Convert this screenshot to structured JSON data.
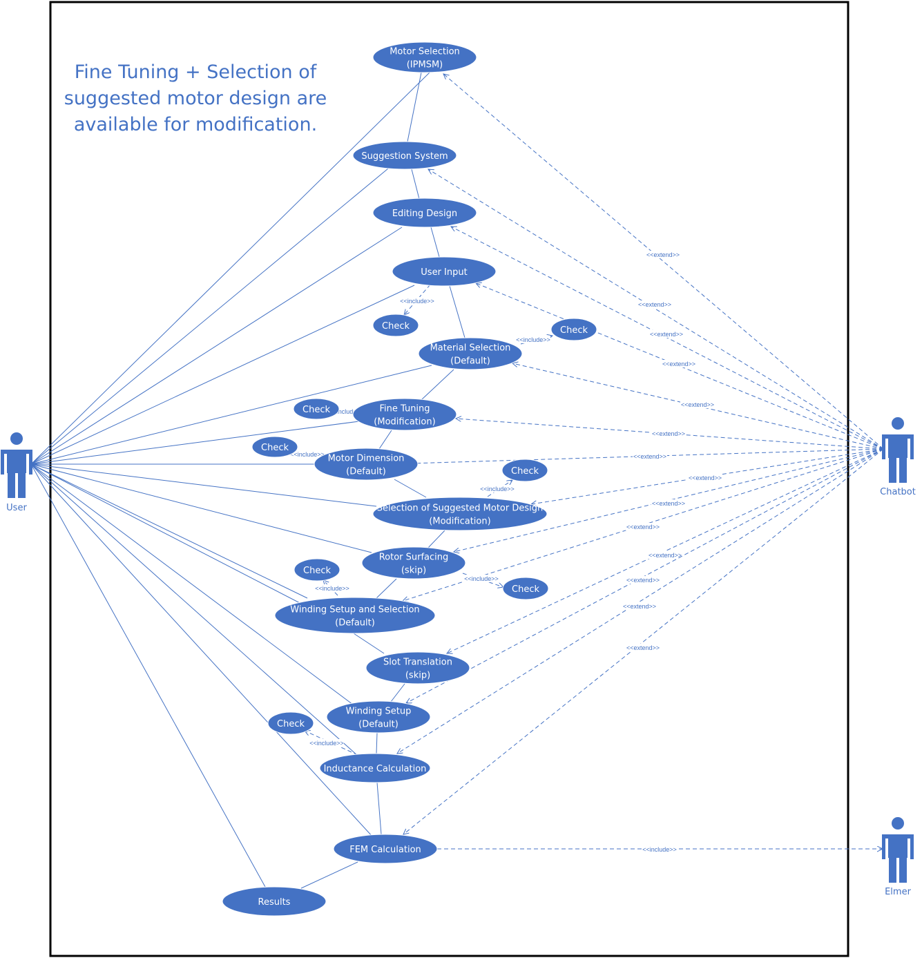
{
  "note": {
    "lines": [
      "Fine Tuning + Selection of",
      "suggested motor design are",
      "available for modification."
    ]
  },
  "colors": {
    "shape_fill": "#4472c4",
    "line": "#4472c4",
    "text_on_shape": "#ffffff",
    "border": "#000000"
  },
  "actors": [
    {
      "id": "user",
      "label": "User"
    },
    {
      "id": "chatbot",
      "label": "Chatbot"
    },
    {
      "id": "elmer",
      "label": "Elmer"
    }
  ],
  "use_cases": [
    {
      "id": "motor-selection",
      "lines": [
        "Motor Selection",
        "(IPMSM)"
      ]
    },
    {
      "id": "suggestion-system",
      "lines": [
        "Suggestion System"
      ]
    },
    {
      "id": "editing-design",
      "lines": [
        "Editing Design"
      ]
    },
    {
      "id": "user-input",
      "lines": [
        "User Input"
      ]
    },
    {
      "id": "check-user-input",
      "lines": [
        "Check"
      ]
    },
    {
      "id": "check-material",
      "lines": [
        "Check"
      ]
    },
    {
      "id": "material-selection",
      "lines": [
        "Material Selection",
        "(Default)"
      ]
    },
    {
      "id": "check-fine-tuning",
      "lines": [
        "Check"
      ]
    },
    {
      "id": "fine-tuning",
      "lines": [
        "Fine Tuning",
        "(Modification)"
      ]
    },
    {
      "id": "check-motor-dimension",
      "lines": [
        "Check"
      ]
    },
    {
      "id": "motor-dimension",
      "lines": [
        "Motor Dimension",
        "(Default)"
      ]
    },
    {
      "id": "check-suggested",
      "lines": [
        "Check"
      ]
    },
    {
      "id": "selection-suggested",
      "lines": [
        "Selection of Suggested Motor Design",
        "(Modification)"
      ]
    },
    {
      "id": "rotor-surfacing",
      "lines": [
        "Rotor Surfacing",
        "(skip)"
      ]
    },
    {
      "id": "check-winding-selection",
      "lines": [
        "Check"
      ]
    },
    {
      "id": "check-rotor",
      "lines": [
        "Check"
      ]
    },
    {
      "id": "winding-setup-selection",
      "lines": [
        "Winding Setup and Selection",
        "(Default)"
      ]
    },
    {
      "id": "slot-translation",
      "lines": [
        "Slot Translation",
        "(skip)"
      ]
    },
    {
      "id": "winding-setup",
      "lines": [
        "Winding Setup",
        "(Default)"
      ]
    },
    {
      "id": "check-inductance",
      "lines": [
        "Check"
      ]
    },
    {
      "id": "inductance-calculation",
      "lines": [
        "Inductance Calculation"
      ]
    },
    {
      "id": "fem-calculation",
      "lines": [
        "FEM Calculation"
      ]
    },
    {
      "id": "results",
      "lines": [
        "Results"
      ]
    }
  ],
  "relations": [
    {
      "from": "chatbot",
      "to": "motor-selection",
      "type": "extend",
      "label": "<<extend>>"
    },
    {
      "from": "chatbot",
      "to": "suggestion-system",
      "type": "extend",
      "label": "<<extend>>"
    },
    {
      "from": "chatbot",
      "to": "editing-design",
      "type": "extend",
      "label": "<<extend>>"
    },
    {
      "from": "chatbot",
      "to": "user-input",
      "type": "extend",
      "label": "<<extend>>"
    },
    {
      "from": "chatbot",
      "to": "material-selection",
      "type": "extend",
      "label": "<<extend>>"
    },
    {
      "from": "chatbot",
      "to": "fine-tuning",
      "type": "extend",
      "label": "<<extend>>"
    },
    {
      "from": "chatbot",
      "to": "motor-dimension",
      "type": "extend",
      "label": "<<extend>>"
    },
    {
      "from": "chatbot",
      "to": "selection-suggested",
      "type": "extend",
      "label": "<<extend>>"
    },
    {
      "from": "chatbot",
      "to": "rotor-surfacing",
      "type": "extend",
      "label": "<<extend>>"
    },
    {
      "from": "chatbot",
      "to": "winding-setup-selection",
      "type": "extend",
      "label": "<<extend>>"
    },
    {
      "from": "chatbot",
      "to": "slot-translation",
      "type": "extend",
      "label": "<<extend>>"
    },
    {
      "from": "chatbot",
      "to": "winding-setup",
      "type": "extend",
      "label": "<<extend>>"
    },
    {
      "from": "chatbot",
      "to": "inductance-calculation",
      "type": "extend",
      "label": "<<extend>>"
    },
    {
      "from": "chatbot",
      "to": "fem-calculation",
      "type": "extend",
      "label": "<<extend>>"
    },
    {
      "from": "user-input",
      "to": "check-user-input",
      "type": "include",
      "label": "<<include>>"
    },
    {
      "from": "material-selection",
      "to": "check-material",
      "type": "include",
      "label": "<<include>>"
    },
    {
      "from": "fine-tuning",
      "to": "check-fine-tuning",
      "type": "include",
      "label": "<<include>>"
    },
    {
      "from": "motor-dimension",
      "to": "check-motor-dimension",
      "type": "include",
      "label": "<<include>>"
    },
    {
      "from": "selection-suggested",
      "to": "check-suggested",
      "type": "include",
      "label": "<<include>>"
    },
    {
      "from": "winding-setup-selection",
      "to": "check-winding-selection",
      "type": "include",
      "label": "<<include>>"
    },
    {
      "from": "rotor-surfacing",
      "to": "check-rotor",
      "type": "include",
      "label": "<<include>>"
    },
    {
      "from": "inductance-calculation",
      "to": "check-inductance",
      "type": "include",
      "label": "<<include>>"
    },
    {
      "from": "fem-calculation",
      "to": "elmer",
      "type": "include",
      "label": "<<include>>"
    }
  ]
}
